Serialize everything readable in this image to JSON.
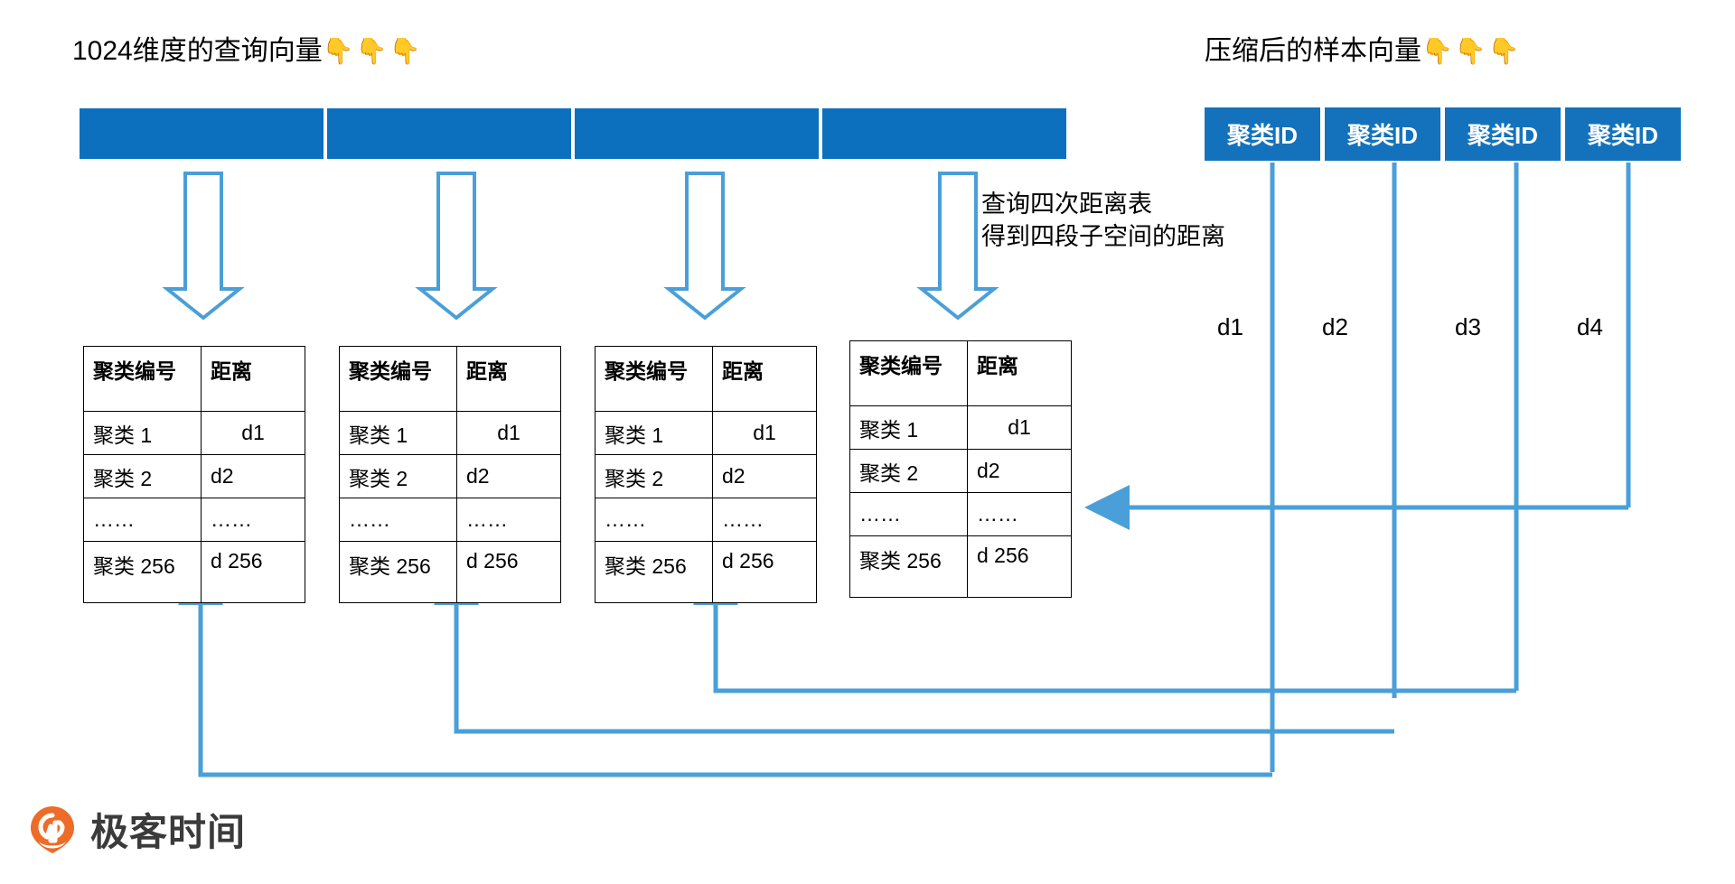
{
  "titles": {
    "query_vector": "1024维度的查询向量",
    "query_vector_emoji": "👇👇👇",
    "compressed_vector": "压缩后的样本向量",
    "compressed_vector_emoji": "👇👇👇"
  },
  "annotation": {
    "line1": "查询四次距离表",
    "line2": "得到四段子空间的距离"
  },
  "query_vector": {
    "segments": [
      "",
      "",
      "",
      ""
    ],
    "color": "#0c70bf"
  },
  "compressed_vector": {
    "cells": [
      "聚类ID",
      "聚类ID",
      "聚类ID",
      "聚类ID"
    ],
    "color": "#1472bc",
    "text_color": "#ffffff"
  },
  "distance_labels": [
    "d1",
    "d2",
    "d3",
    "d4"
  ],
  "tables": [
    {
      "headers": [
        "聚类编号",
        "距离"
      ],
      "rows": [
        [
          "聚类 1",
          "d1"
        ],
        [
          "聚类 2",
          "d2"
        ],
        [
          "……",
          "……"
        ],
        [
          "聚类 256",
          "d 256"
        ]
      ]
    },
    {
      "headers": [
        "聚类编号",
        "距离"
      ],
      "rows": [
        [
          "聚类 1",
          "d1"
        ],
        [
          "聚类 2",
          "d2"
        ],
        [
          "……",
          "……"
        ],
        [
          "聚类 256",
          "d 256"
        ]
      ]
    },
    {
      "headers": [
        "聚类编号",
        "距离"
      ],
      "rows": [
        [
          "聚类 1",
          "d1"
        ],
        [
          "聚类 2",
          "d2"
        ],
        [
          "……",
          "……"
        ],
        [
          "聚类 256",
          "d 256"
        ]
      ]
    },
    {
      "headers": [
        "聚类编号",
        "距离"
      ],
      "rows": [
        [
          "聚类 1",
          "d1"
        ],
        [
          "聚类 2",
          "d2"
        ],
        [
          "……",
          "……"
        ],
        [
          "聚类 256",
          "d 256"
        ]
      ]
    }
  ],
  "logo": {
    "text": "极客时间",
    "mark_color": "#ec6c28"
  },
  "colors": {
    "accent_blue": "#4a9fd8",
    "bar_blue": "#0c70bf",
    "cell_blue": "#1472bc",
    "table_border": "#000000",
    "logo_orange": "#ec6c28"
  }
}
